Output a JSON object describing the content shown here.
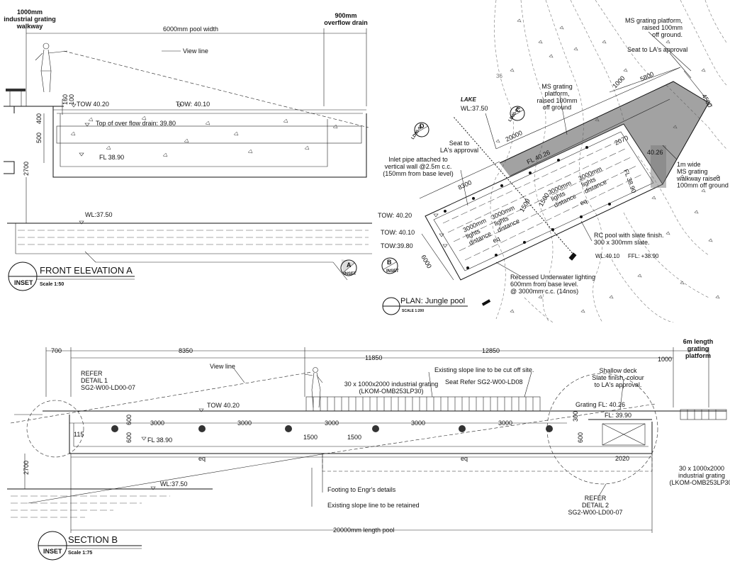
{
  "front_elevation": {
    "walkway": "1000mm\nindustrial grating\nwalkway",
    "overflow": "900mm\noverflow drain",
    "pool_width": "6000mm pool width",
    "view_line": "View line",
    "tow_left": "TOW 40.20",
    "tow_right": "TOW: 40.10",
    "drain_top": "Top of over flow drain: 39.80",
    "fl": "FL 38.90",
    "wl": "WL:37.50",
    "dim_160": "160",
    "dim_100": "100",
    "dim_400": "400",
    "dim_500": "500",
    "dim_2700": "2700",
    "title": "FRONT ELEVATION A",
    "scale": "Scale 1:50",
    "inset": "INSET",
    "marker_a": "A",
    "marker_a_sub": "INSET"
  },
  "plan": {
    "lake": "LAKE",
    "lake_wl": "WL:37.50",
    "ms_platform_top": "MS grating platform,\nraised 100mm\noff ground.",
    "seat_top": "Seat to LA's approval",
    "ms_platform_mid": "MS grating\nplatform,\nraised 100mm\noff ground",
    "seat_left": "Seat to\nLA's approval",
    "inlet": "Inlet pipe attached to\nvertical wall @2.5m c.c.\n(150mm from base level)",
    "walkway_1m": "1m wide\nMS grating\nwalkway raised\n100mm off ground",
    "rc_pool": "RC pool with slate finish.\n300 x 300mm slate.",
    "wl_fl": "WL:40.10",
    "ffl": "FFL: +38.90",
    "lighting": "Recessed Underwater lighting\n600mm from base level.\n@ 3000mm c.c. (14nos)",
    "tow_1": "TOW: 40.20",
    "tow_2": "TOW: 40.10",
    "tow_3": "TOW:39.80",
    "d_1000": "1000",
    "d_5800": "5800",
    "d_4500": "4500",
    "d_20000": "20000",
    "d_8300": "8300",
    "d_6000": "6000",
    "d_2070": "2070",
    "d_1500a": "1500",
    "d_1500b": "1500",
    "fl_4026": "FL 40.26",
    "fl_3890": "FL 38.90",
    "lvl_4026": "40.26",
    "lights": "3000mm\nlights\ndistance",
    "eq": "eq",
    "marker_c": "C",
    "marker_d": "D",
    "marker_b": "B",
    "marker_sub": "LD00-07",
    "marker_b_sub": "INSET",
    "title": "PLAN: Jungle pool",
    "scale": "SCALE 1:200",
    "contour_36": "36"
  },
  "section": {
    "d_700": "700",
    "d_8350": "8350",
    "d_12850": "12850",
    "d_11850": "11850",
    "d_1000": "1000",
    "grating_6m": "6m length\ngrating\nplatform",
    "refer1": "REFER\nDETAIL 1\nSG2-W00-LD00-07",
    "view_line": "View line",
    "grating_spec": "30 x 1000x2000 industrial grating\n(LKOM-OMB253LP30)",
    "slope_cut": "Existing slope line to be cut off site.",
    "seat_refer": "Seat Refer SG2-W00-LD08",
    "shallow_deck": "Shallow deck\nSlate finish, colour\nto LA's approval.",
    "grating_fl": "Grating FL: 40.26",
    "fl_3990": "FL: 39.90",
    "tow": "TOW 40.20",
    "fl": "FL 38.90",
    "d_115": "115",
    "d_600a": "600",
    "d_600b": "600",
    "d_300": "300",
    "d_600c": "600",
    "d_3000": "3000",
    "d_1500": "1500",
    "eq": "eq",
    "d_2020": "2020",
    "d_2700": "2700",
    "wl": "WL:37.50",
    "footing": "Footing to Engr's details",
    "slope_retain": "Existing slope line to be retained",
    "refer2": "REFER\nDETAIL 2\nSG2-W00-LD00-07",
    "grating_spec2": "30 x 1000x2000\nindustrial grating\n(LKOM-OMB253LP30)",
    "pool_length": "20000mm length pool",
    "title": "SECTION B",
    "scale": "Scale 1:75",
    "inset": "INSET"
  }
}
